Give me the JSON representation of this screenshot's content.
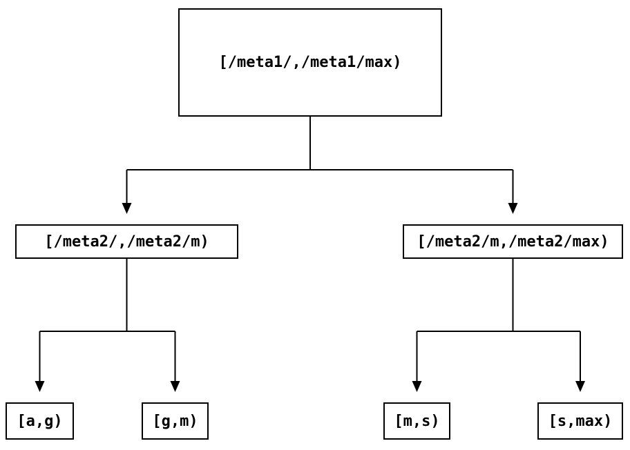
{
  "diagram": {
    "type": "tree",
    "nodes": {
      "root": {
        "label": "[/meta1/,/meta1/max)"
      },
      "left": {
        "label": "[/meta2/,/meta2/m)"
      },
      "right": {
        "label": "[/meta2/m,/meta2/max)"
      },
      "leaf_ag": {
        "label": "[a,g)"
      },
      "leaf_gm": {
        "label": "[g,m)"
      },
      "leaf_ms": {
        "label": "[m,s)"
      },
      "leaf_smax": {
        "label": "[s,max)"
      }
    },
    "edges": [
      {
        "from": "root",
        "to": "left"
      },
      {
        "from": "root",
        "to": "right"
      },
      {
        "from": "left",
        "to": "leaf_ag"
      },
      {
        "from": "left",
        "to": "leaf_gm"
      },
      {
        "from": "right",
        "to": "leaf_ms"
      },
      {
        "from": "right",
        "to": "leaf_smax"
      }
    ],
    "colors": {
      "background": "#ffffff",
      "line": "#000000",
      "text": "#000000",
      "node_border": "#000000",
      "node_fill": "#ffffff"
    }
  }
}
